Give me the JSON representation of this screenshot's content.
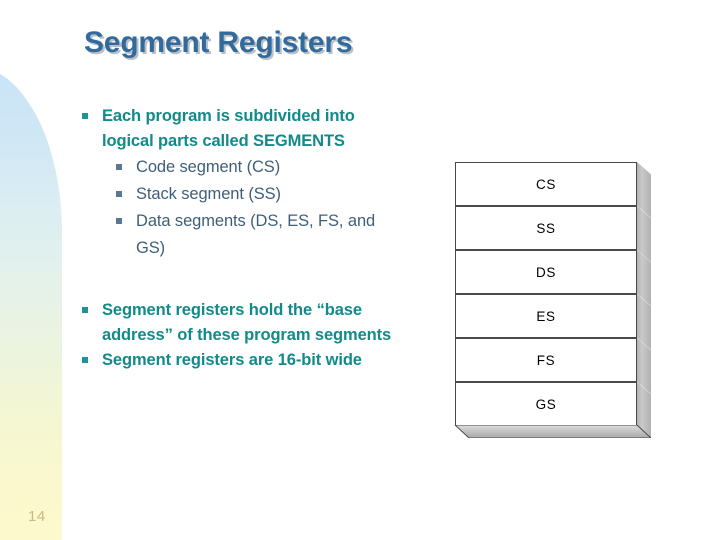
{
  "slide": {
    "title": "Segment Registers",
    "page_number": "14",
    "title_color": "#336a9e",
    "level1_color": "#128a8a",
    "level2_color": "#3f5f79",
    "page_number_color": "#cdb87e"
  },
  "content": {
    "groups": [
      {
        "level1": "Each program is subdivided into logical parts called SEGMENTS",
        "level2": [
          "Code segment (CS)",
          "Stack segment (SS)",
          "Data segments (DS, ES, FS, and GS)"
        ]
      },
      {
        "level1": "Segment registers hold the “base address” of these program segments",
        "level2": []
      },
      {
        "level1": "Segment registers are 16-bit wide",
        "level2": []
      }
    ]
  },
  "diagram": {
    "name": "segment-register-stack",
    "registers": [
      {
        "label": "CS"
      },
      {
        "label": "SS"
      },
      {
        "label": "DS"
      },
      {
        "label": "ES"
      },
      {
        "label": "FS"
      },
      {
        "label": "GS"
      }
    ],
    "face_color": "#ffffff",
    "side_color": "#c9c9c9",
    "border_color": "#4a4a4a"
  },
  "decoration": {
    "blob_gradient_top": "#c9e4f7",
    "blob_gradient_mid": "#e5f2ea",
    "blob_gradient_bottom": "#fdfacd"
  }
}
